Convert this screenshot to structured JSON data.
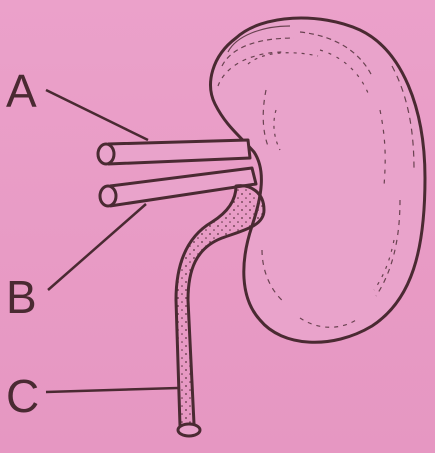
{
  "labels": {
    "a": "A",
    "b": "B",
    "c": "C"
  },
  "colors": {
    "background": "#e89cc6",
    "ink": "#4a2a32"
  }
}
